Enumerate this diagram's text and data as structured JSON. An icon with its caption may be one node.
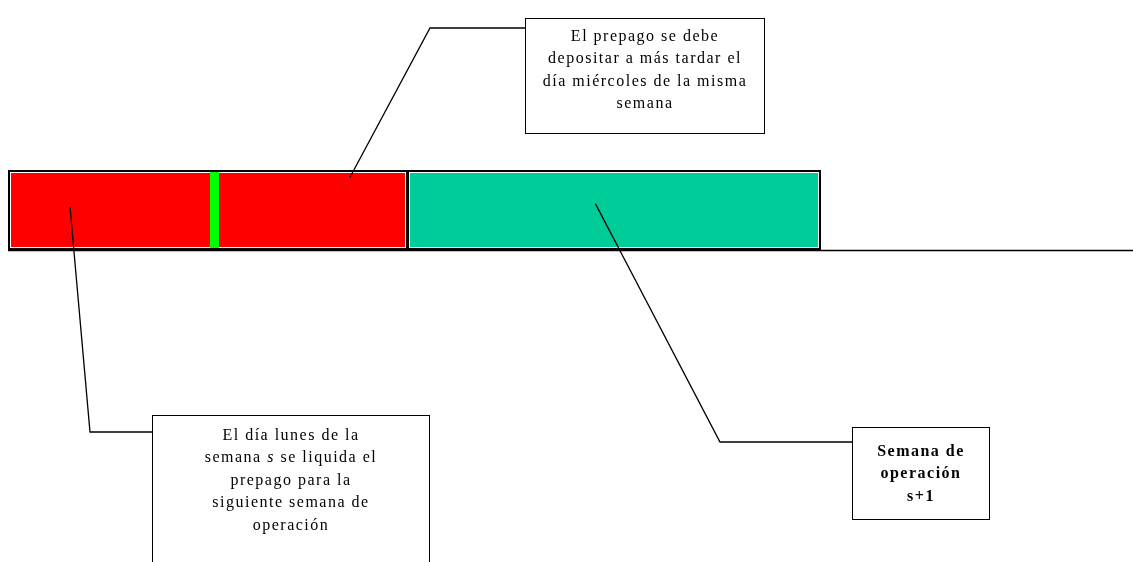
{
  "diagram": {
    "nodes": [
      {
        "text": [
          "El prepago se debe depositar a más tardar el día miércoles de la misma semana"
        ]
      },
      {
        "text": [],
        "shape": "bar"
      },
      {
        "text": [],
        "shape": "bar"
      },
      {
        "text": [
          "El día lunes de la semana *s* se liquida el prepago para la siguiente semana de operación"
        ]
      },
      {
        "text": [
          "Semana de operación s+1"
        ]
      }
    ],
    "edges": [
      {
        "from": 0,
        "to": 1,
        "arrow": "none"
      },
      {
        "from": 3,
        "to": 1,
        "arrow": "none"
      },
      {
        "from": 4,
        "to": 2,
        "arrow": "none"
      }
    ]
  }
}
